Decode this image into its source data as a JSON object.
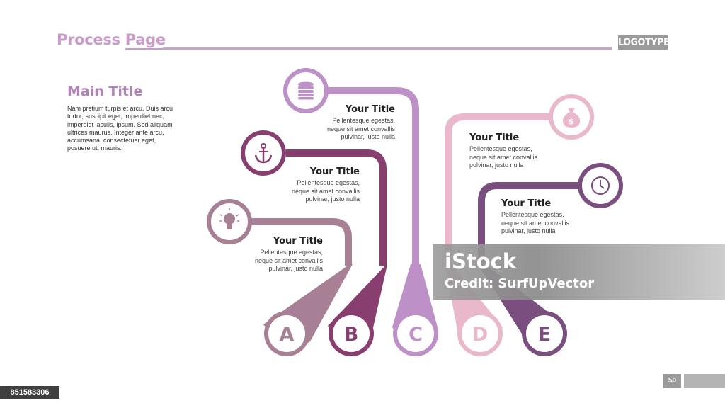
{
  "header": {
    "title_part1": "Process ",
    "title_part2": "Page",
    "logo": "LOGOTYPE"
  },
  "main": {
    "title": "Main Title",
    "body": "Nam pretium turpis et arcu. Duis arcu tortor, suscipit eget, imperdiet nec, imperdiet iaculis, ipsum. Sed aliquam ultrices maurus. Integer ante arcu, accumsana, consectetuer eget, posuere ut, mauris."
  },
  "steps": [
    {
      "letter": "A",
      "title": "Your Title",
      "desc_lines": [
        "Pellentesque egestas,",
        "neque sit amet convallis",
        "pulvinar, justo nulla"
      ],
      "icon": "lightbulb-icon",
      "color": "#a88095"
    },
    {
      "letter": "B",
      "title": "Your Title",
      "desc_lines": [
        "Pellentesque egestas,",
        "neque sit amet convallis",
        "pulvinar, justo nulla"
      ],
      "icon": "anchor-icon",
      "color": "#883e6e"
    },
    {
      "letter": "C",
      "title": "Your Title",
      "desc_lines": [
        "Pellentesque egestas,",
        "neque sit amet convallis",
        "pulvinar, justo nulla"
      ],
      "icon": "coins-icon",
      "color": "#be90c8"
    },
    {
      "letter": "D",
      "title": "Your Title",
      "desc_lines": [
        "Pellentesque egestas,",
        "neque sit amet convallis",
        "pulvinar, justo nulla"
      ],
      "icon": "money-bag-icon",
      "color": "#e9b8cb"
    },
    {
      "letter": "E",
      "title": "Your Title",
      "desc_lines": [
        "Pellentesque egestas,",
        "neque sit amet convallis",
        "pulvinar, justo nulla"
      ],
      "icon": "clock-icon",
      "color": "#7b4e80"
    }
  ],
  "footer": {
    "page_number": "50",
    "image_id": "851583306"
  },
  "watermark": {
    "line1": "iStock",
    "line2": "Credit: SurfUpVector"
  },
  "colors": {
    "accent": "#c89cc8",
    "title": "#b283b8",
    "grey_box": "#9a9a9a"
  }
}
